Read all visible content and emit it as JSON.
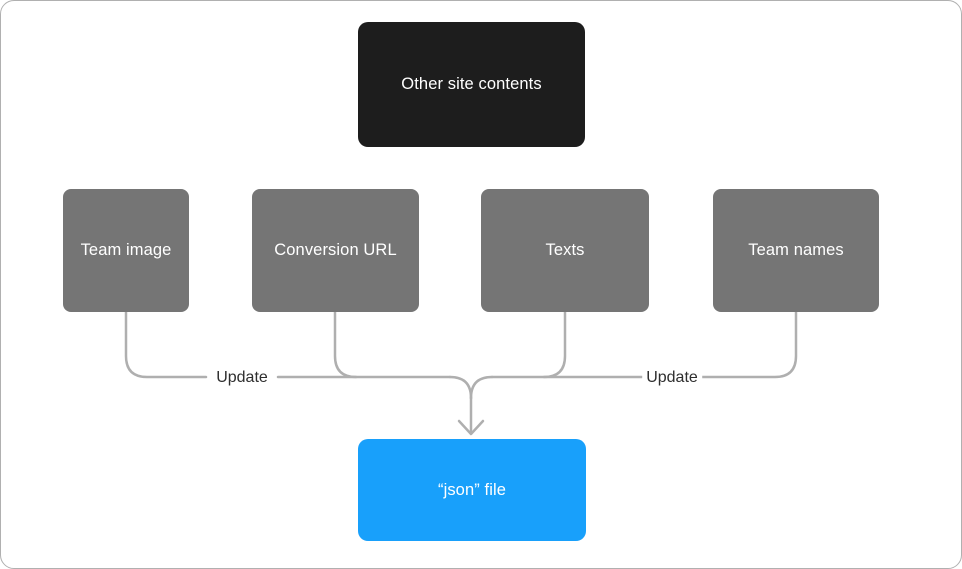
{
  "diagram": {
    "top_node": {
      "label": "Other site contents"
    },
    "source_nodes": [
      {
        "id": "team-image",
        "label": "Team image"
      },
      {
        "id": "conversion-url",
        "label": "Conversion URL"
      },
      {
        "id": "texts",
        "label": "Texts"
      },
      {
        "id": "team-names",
        "label": "Team names"
      }
    ],
    "edge_labels": [
      {
        "id": "update-left",
        "label": "Update"
      },
      {
        "id": "update-right",
        "label": "Update"
      }
    ],
    "target_node": {
      "label": "“json” file"
    },
    "colors": {
      "canvas_bg": "#ffffff",
      "frame_border": "#b0b0b0",
      "top_node_bg": "#1d1d1d",
      "source_node_bg": "#757575",
      "target_node_bg": "#18a0fb",
      "node_text": "#ffffff",
      "connector": "#afafaf",
      "edge_label_text": "#2e2e2e"
    }
  }
}
